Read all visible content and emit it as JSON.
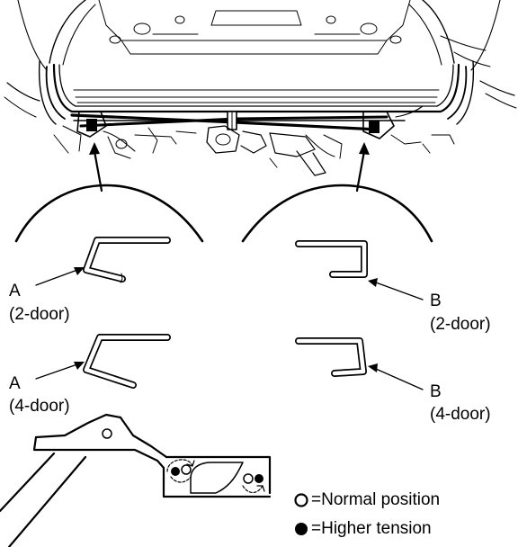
{
  "labels": {
    "a_2door_letter": "A",
    "a_2door_variant": "(2-door)",
    "a_4door_letter": "A",
    "a_4door_variant": "(4-door)",
    "b_2door_letter": "B",
    "b_2door_variant": "(2-door)",
    "b_4door_letter": "B",
    "b_4door_variant": "(4-door)"
  },
  "legend": {
    "normal": "=Normal position",
    "higher": "=Higher tension"
  }
}
